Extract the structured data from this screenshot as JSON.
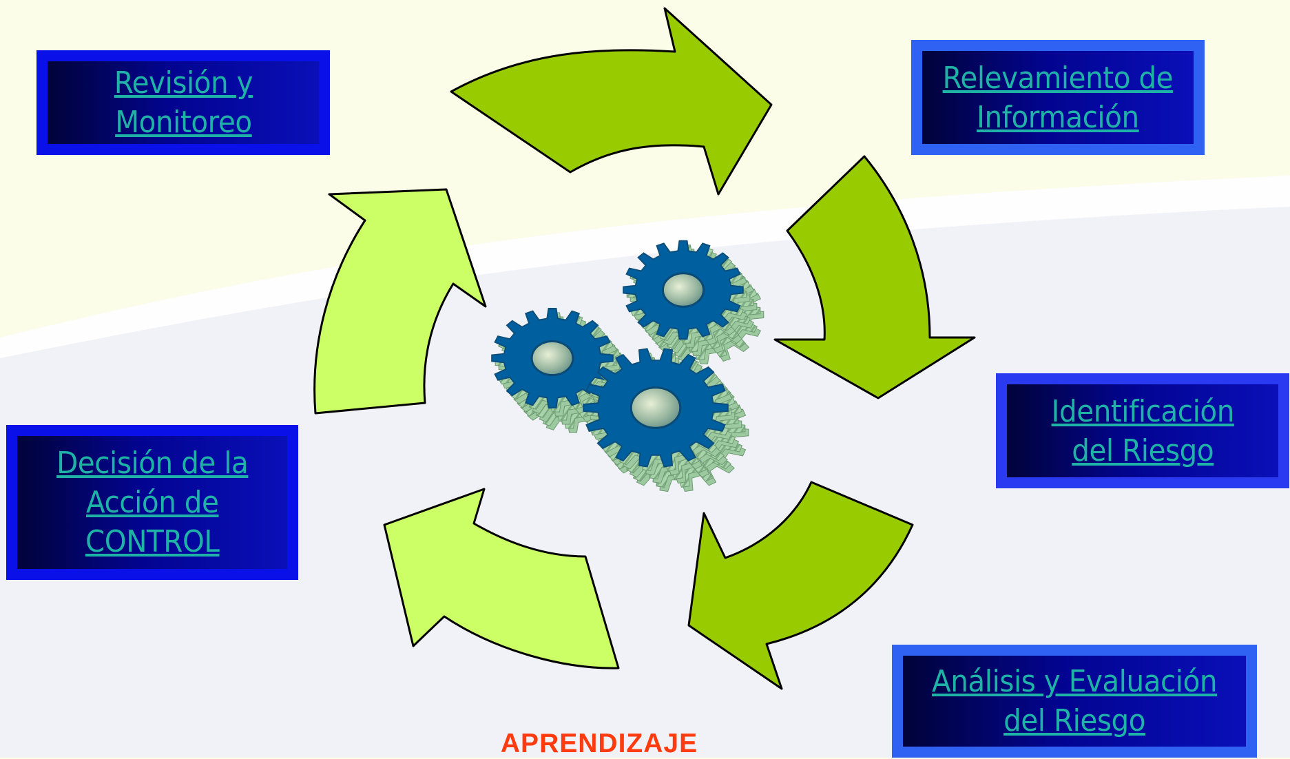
{
  "steps": [
    {
      "id": "relevamiento",
      "label": "Relevamiento de\nInformación"
    },
    {
      "id": "identificacion",
      "label": "Identificación\ndel  Riesgo"
    },
    {
      "id": "analisis",
      "label": "Análisis y Evaluación\ndel Riesgo"
    },
    {
      "id": "decision",
      "label": "Decisión de la\nAcción de\nCONTROL"
    },
    {
      "id": "revision",
      "label": "Revisión y\nMonitoreo"
    }
  ],
  "center": {
    "icon": "gears-icon"
  },
  "footer": {
    "label": "APRENDIZAJE"
  },
  "colors": {
    "arrow_dark": "#99cc00",
    "arrow_light": "#ccff66",
    "box_border": "#0a10e8",
    "box_fill": "#02048f",
    "link_text": "#1eb3a6",
    "footer_text": "#ff3b0f",
    "gear_face": "#005f9e",
    "gear_side": "#9dc9a0"
  }
}
